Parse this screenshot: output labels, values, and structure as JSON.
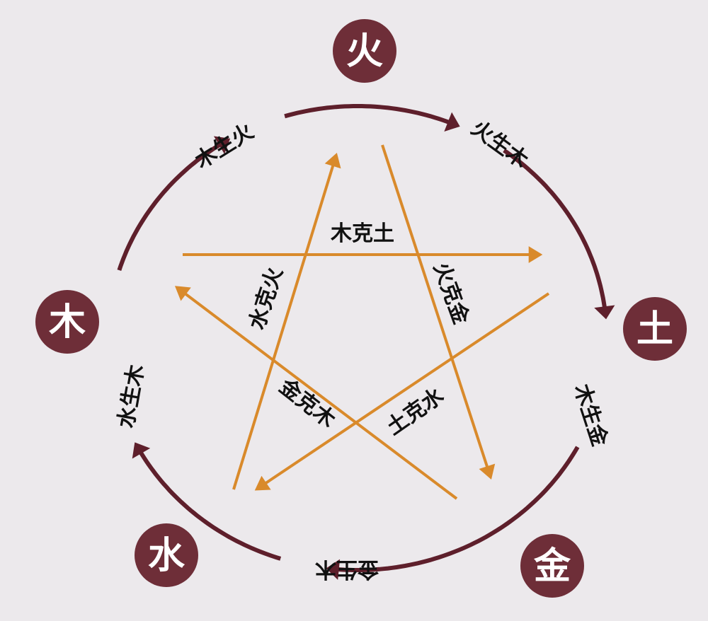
{
  "colors": {
    "background": "#ece9ec",
    "element_circle": "#6e2e38",
    "generating_arrow": "#5e1f2b",
    "controlling_arrow": "#d98a2b"
  },
  "elements": [
    {
      "id": "fire",
      "label": "火"
    },
    {
      "id": "earth",
      "label": "土"
    },
    {
      "id": "metal",
      "label": "金"
    },
    {
      "id": "water",
      "label": "水"
    },
    {
      "id": "wood",
      "label": "木"
    }
  ],
  "generating_labels": [
    "木生火",
    "火生木",
    "木生金",
    "金生木",
    "水生木"
  ],
  "controlling_labels": [
    "木克土",
    "火克金",
    "土克水",
    "金克木",
    "水克火"
  ]
}
